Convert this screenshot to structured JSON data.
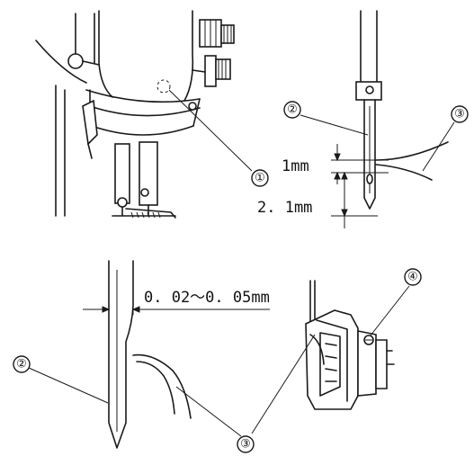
{
  "callouts": {
    "c1": "①",
    "c2_top": "②",
    "c3_top": "③",
    "c2_bottom": "②",
    "c3_bottom": "③",
    "c4": "④"
  },
  "dimensions": {
    "top_gap": "1mm",
    "needle_rise": "2. 1mm",
    "clearance": "0. 02～0. 05mm"
  }
}
